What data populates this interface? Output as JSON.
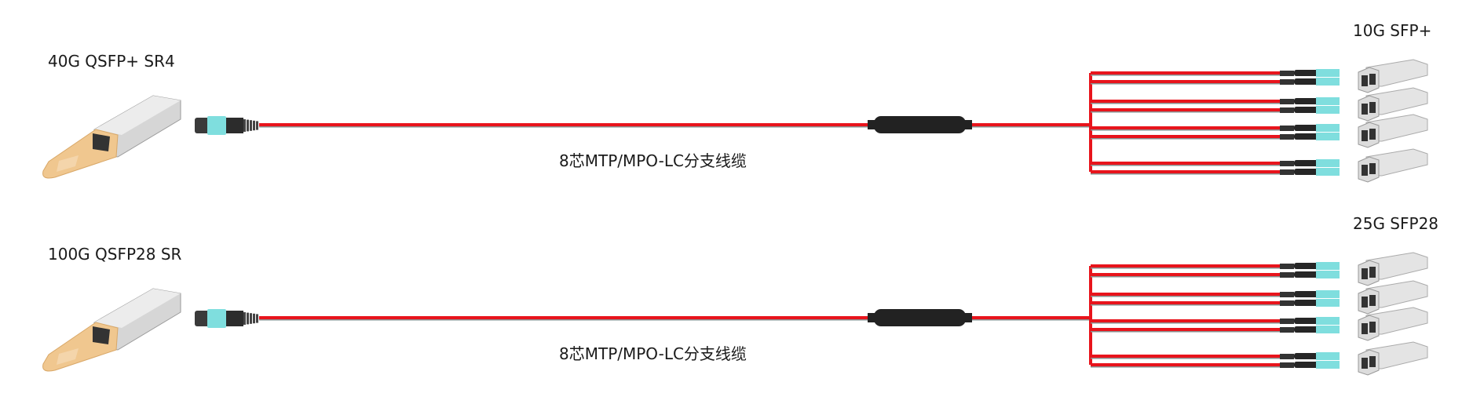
{
  "assemblies": [
    {
      "source_module": "40G QSFP+ SR4",
      "cable_label": "8芯MTP/MPO-LC分支线缆",
      "target_module": "10G SFP+",
      "breakout_count": 4
    },
    {
      "source_module": "100G QSFP28 SR",
      "cable_label": "8芯MTP/MPO-LC分支线缆",
      "target_module": "25G SFP28",
      "breakout_count": 4
    }
  ],
  "colors": {
    "cable": "#e8141c",
    "connector_aqua": "#7fdede",
    "boot": "#222222",
    "pull_tab": "#f0c78f",
    "module_metal": "#c9c9c9"
  }
}
